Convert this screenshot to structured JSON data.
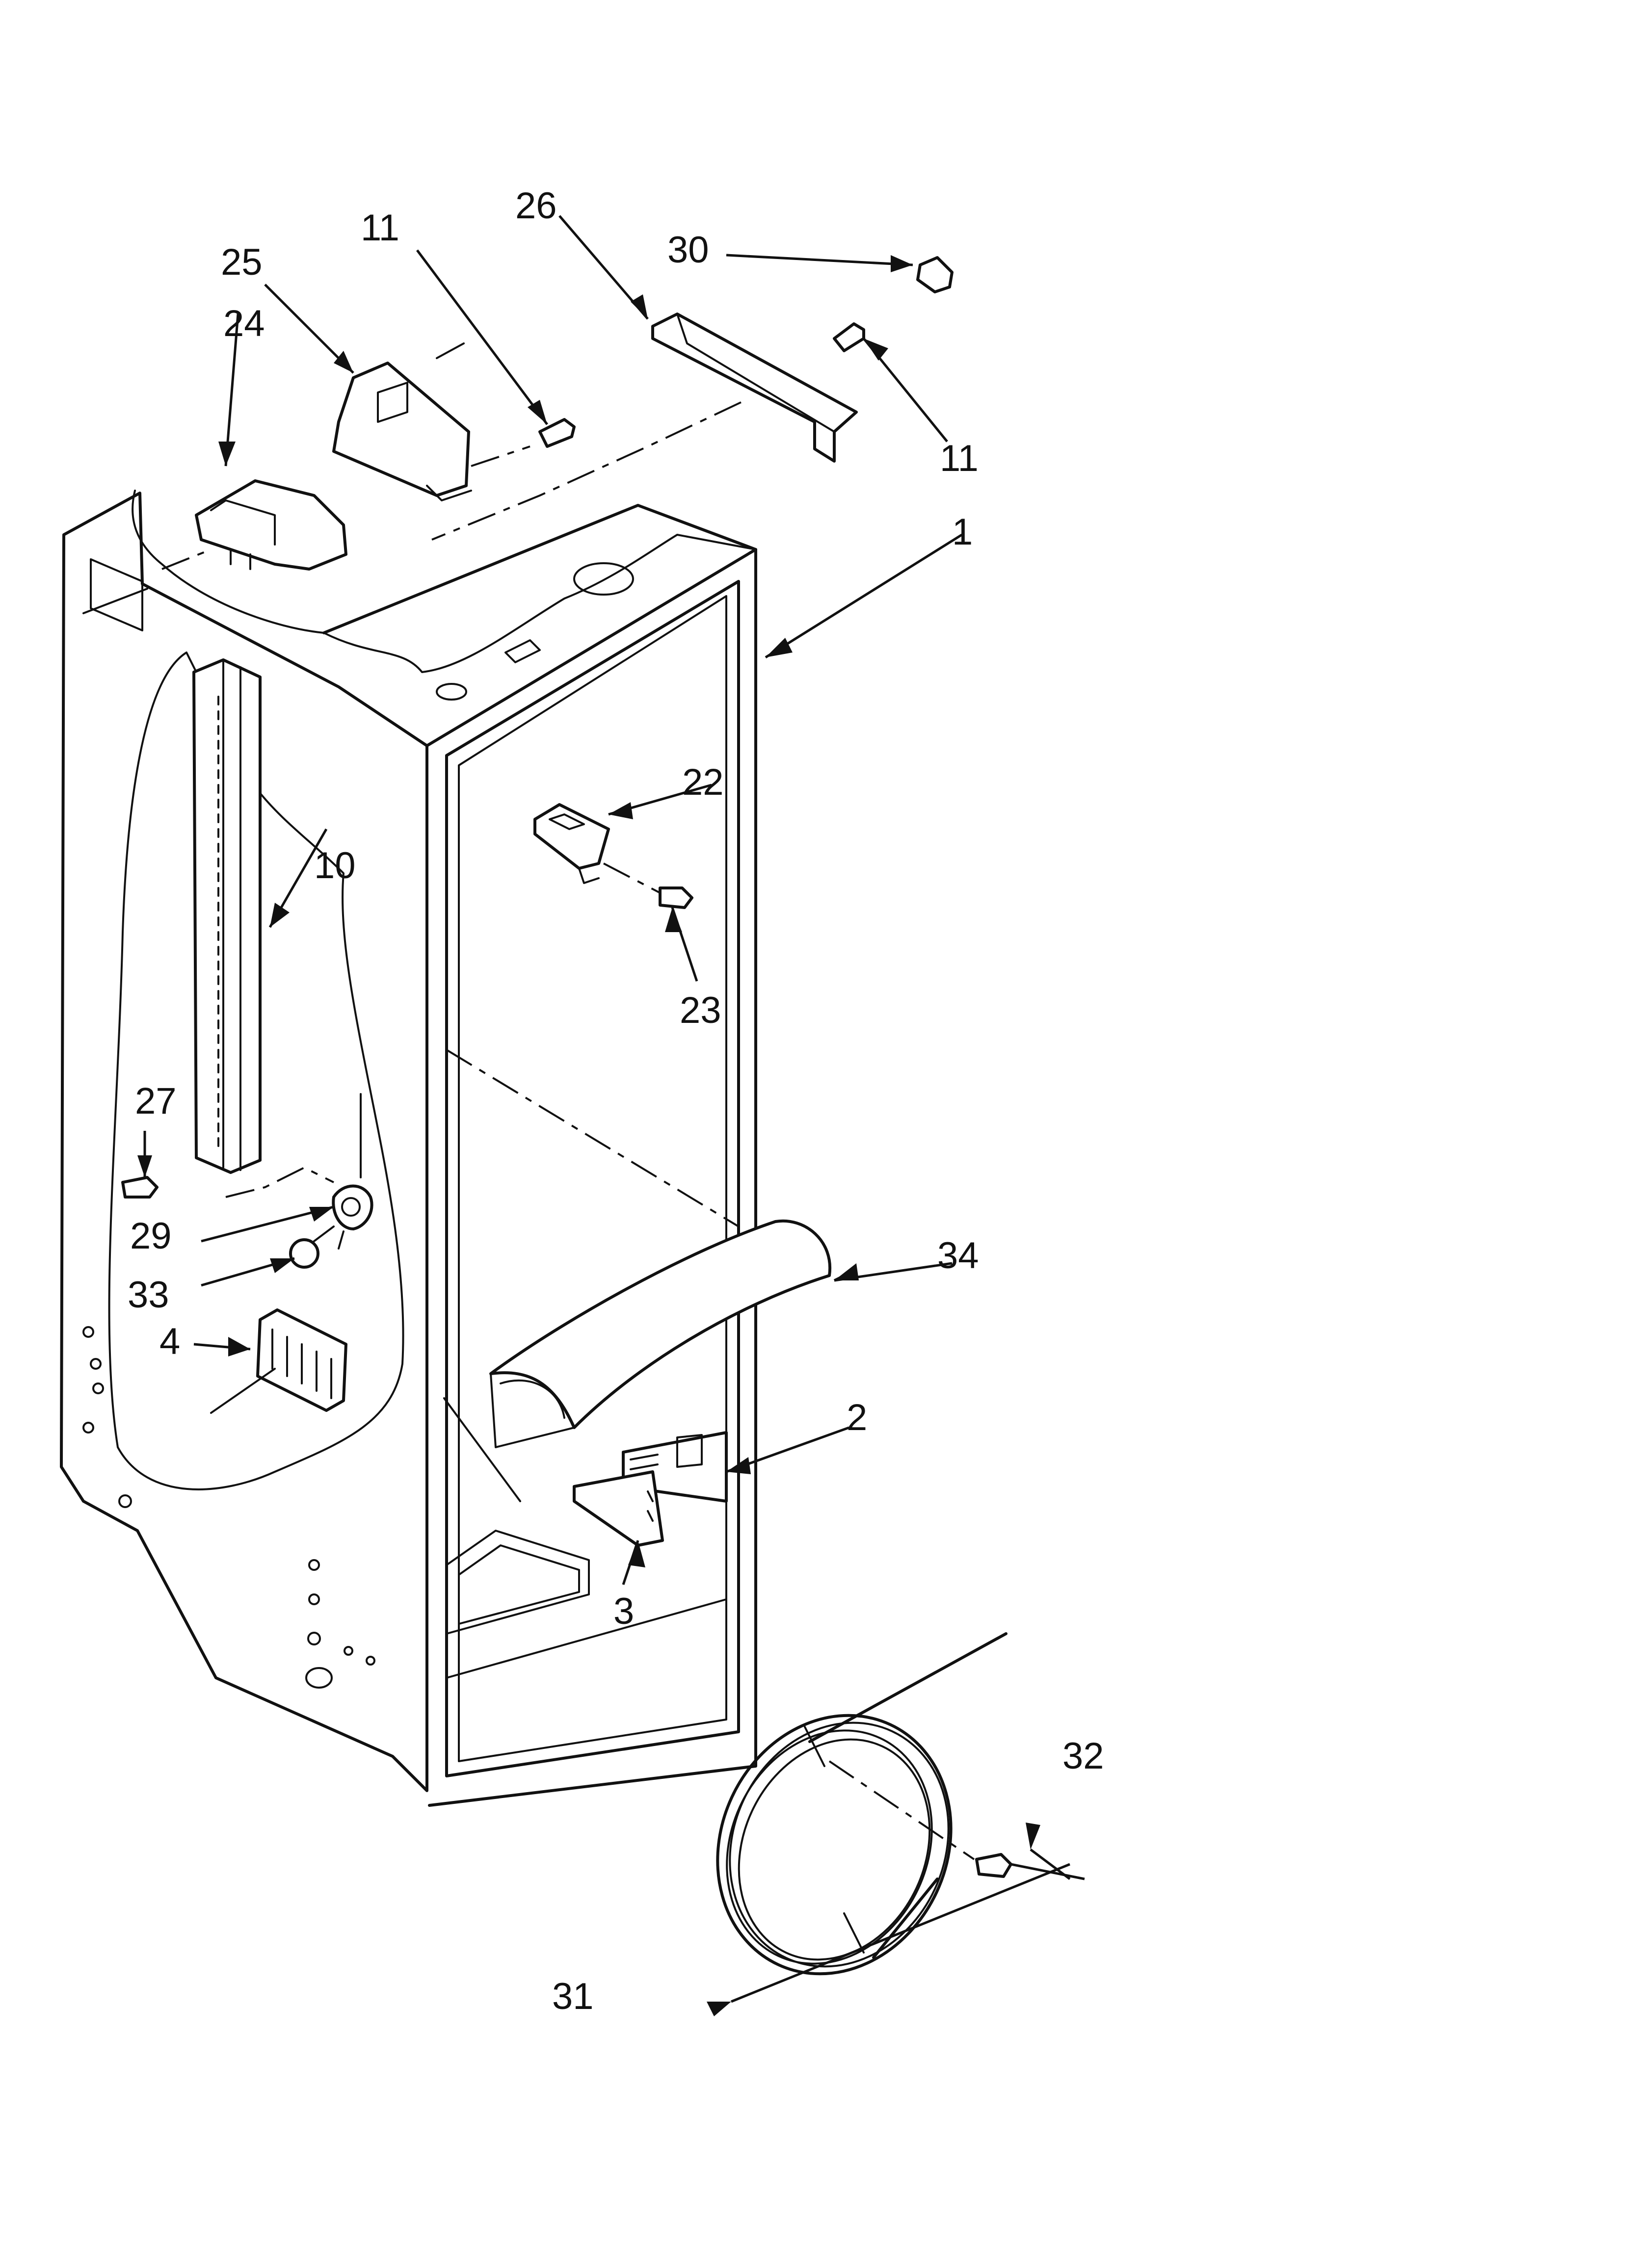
{
  "parts": [
    {
      "id": "p1",
      "label": "1",
      "name": "cabinet-liner"
    },
    {
      "id": "p2",
      "label": "2",
      "name": "bracket-2"
    },
    {
      "id": "p3",
      "label": "3",
      "name": "bracket-3"
    },
    {
      "id": "p4",
      "label": "4",
      "name": "vent-grille"
    },
    {
      "id": "p10",
      "label": "10",
      "name": "shelf-rail"
    },
    {
      "id": "p11a",
      "label": "11",
      "name": "screw-upper-left"
    },
    {
      "id": "p11b",
      "label": "11",
      "name": "screw-upper-right"
    },
    {
      "id": "p22",
      "label": "22",
      "name": "bracket-22"
    },
    {
      "id": "p23",
      "label": "23",
      "name": "screw-23"
    },
    {
      "id": "p24",
      "label": "24",
      "name": "control-housing"
    },
    {
      "id": "p25",
      "label": "25",
      "name": "housing-cover"
    },
    {
      "id": "p26",
      "label": "26",
      "name": "top-channel"
    },
    {
      "id": "p27",
      "label": "27",
      "name": "screw-27"
    },
    {
      "id": "p29",
      "label": "29",
      "name": "light-socket"
    },
    {
      "id": "p30",
      "label": "30",
      "name": "clip-30"
    },
    {
      "id": "p31",
      "label": "31",
      "name": "water-tube-coil"
    },
    {
      "id": "p32",
      "label": "32",
      "name": "screw-32"
    },
    {
      "id": "p33",
      "label": "33",
      "name": "light-bulb"
    },
    {
      "id": "p34",
      "label": "34",
      "name": "shelf-cover"
    }
  ]
}
